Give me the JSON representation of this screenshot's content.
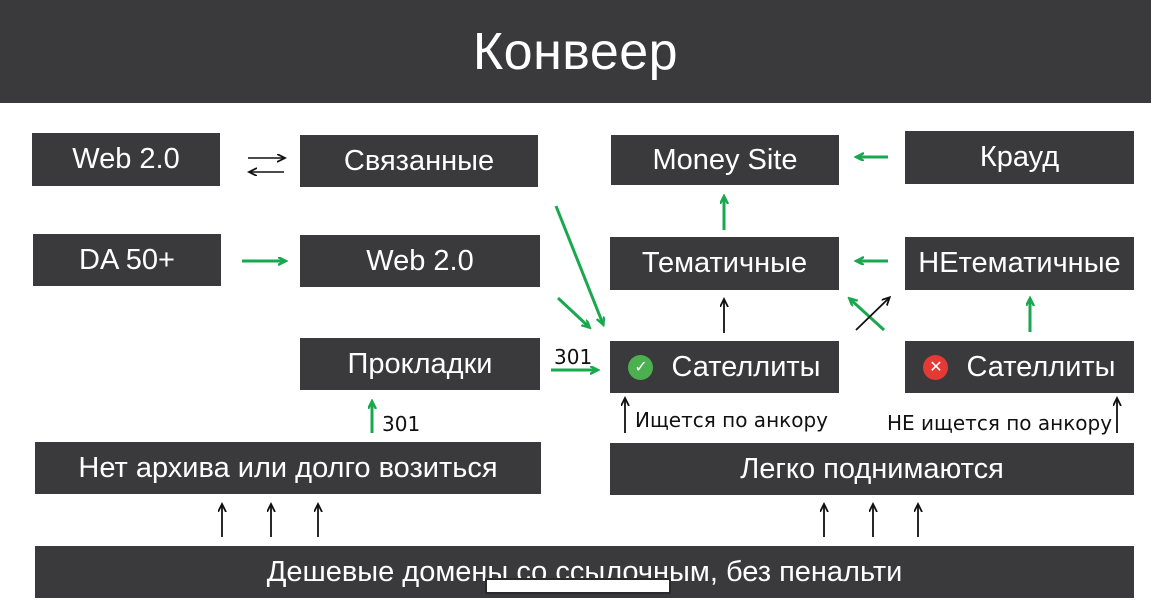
{
  "header": {
    "title": "Конвеер"
  },
  "boxes": {
    "web20_left": "Web 2.0",
    "svyazannye": "Связанные",
    "money_site": "Money Site",
    "kraud": "Крауд",
    "da50": "DA 50+",
    "web20_mid": "Web 2.0",
    "tematichnye": "Тематичные",
    "netematichnye": "НЕтематичные",
    "prokladki": "Прокладки",
    "satellites_ok": "Сателлиты",
    "satellites_bad": "Сателлиты",
    "net_arhiva": "Нет архива или долго возиться",
    "legko": "Легко поднимаются",
    "deshevye": "Дешевые домены со ссылочным, без пенальти"
  },
  "notes": {
    "redirect_top": "301",
    "redirect_bottom": "301",
    "ishchetsya": "Ищется по анкору",
    "ne_ishchetsya": "НЕ ищется по анкору"
  },
  "colors": {
    "box_bg": "#3a3a3c",
    "box_text": "#ffffff",
    "arrow_green": "#1aa84f",
    "arrow_black": "#111111",
    "check_green": "#4caf50",
    "cross_red": "#e53935"
  },
  "icons": {
    "satellites_ok": "check-circle-icon",
    "satellites_bad": "cross-circle-icon"
  }
}
